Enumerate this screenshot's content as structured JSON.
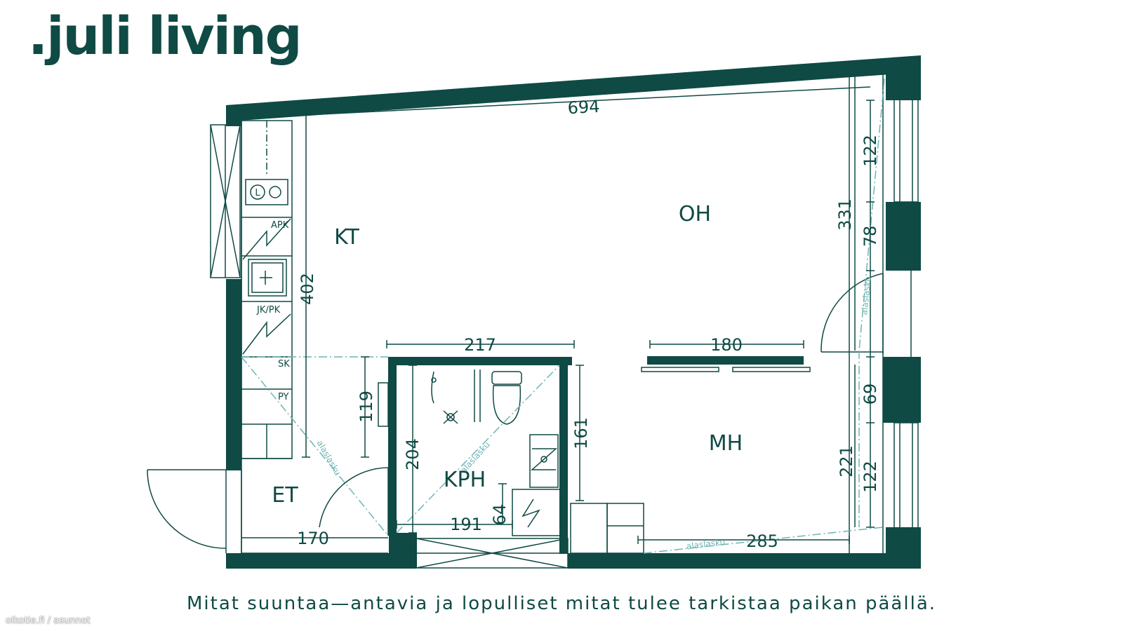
{
  "brand": {
    "name": ".juli living",
    "color": "#0f4a44"
  },
  "colors": {
    "wall": "#0f4a44",
    "line": "#0f4a44",
    "note": "#6fb4b4"
  },
  "rooms": {
    "kt": "KT",
    "oh": "OH",
    "mh": "MH",
    "kph": "KPH",
    "et": "ET"
  },
  "dimensions": {
    "top": "694",
    "kt_height": "402",
    "right_total": "331",
    "right_122_top": "122",
    "right_78": "78",
    "corridor_217": "217",
    "wardrobe_180": "180",
    "right_69": "69",
    "right_221": "221",
    "right_122_bottom": "122",
    "bath_161": "161",
    "bath_204": "204",
    "et_119": "119",
    "bath_191": "191",
    "bath_64": "64",
    "et_170": "170",
    "mh_285": "285"
  },
  "fixtures": {
    "apk": "APK",
    "jkpk": "JK/PK",
    "sk": "SK",
    "py": "PY",
    "l": "L"
  },
  "notes": {
    "alaslasku": "alaslasku"
  },
  "caption": "Mitat suuntaa—antavia ja lopulliset mitat tulee tarkistaa paikan päällä.",
  "watermark": "oikotie.fi / asunnot"
}
